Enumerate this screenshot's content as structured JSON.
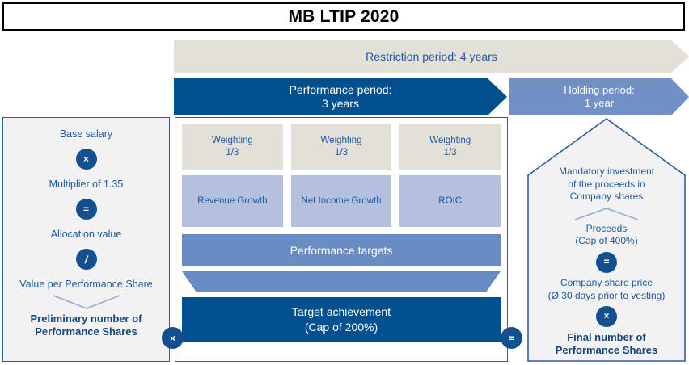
{
  "title": "MB LTIP 2020",
  "banners": {
    "restriction": "Restriction period: 4 years",
    "performance_line1": "Performance period:",
    "performance_line2": "3 years",
    "holding_line1": "Holding  period:",
    "holding_line2": "1 year"
  },
  "left_panel": {
    "base_salary": "Base salary",
    "op_multiply": "×",
    "multiplier": "Multiplier of 1.35",
    "op_equals": "=",
    "allocation_value": "Allocation value",
    "op_divide": "/",
    "value_per_share": "Value per Performance Share",
    "result_line1": "Preliminary number of",
    "result_line2": "Performance Shares"
  },
  "center_panel": {
    "metrics": [
      {
        "weight_label": "Weighting",
        "weight_value": "1/3",
        "kpi": "Revenue  Growth"
      },
      {
        "weight_label": "Weighting",
        "weight_value": "1/3",
        "kpi": "Net Income Growth"
      },
      {
        "weight_label": "Weighting",
        "weight_value": "1/3",
        "kpi": "ROIC"
      }
    ],
    "performance_targets": "Performance targets",
    "target_achievement_line1": "Target achievement",
    "target_achievement_line2": "(Cap of 200%)"
  },
  "right_panel": {
    "mandatory_line1": "Mandatory  investment",
    "mandatory_line2": "of the proceeds in",
    "mandatory_line3": "Company shares",
    "proceeds_line1": "Proceeds",
    "proceeds_line2": "(Cap of 400%)",
    "op_equals": "=",
    "share_price_line1": "Company share price",
    "share_price_line2": "(Ø 30 days prior to vesting)",
    "op_multiply": "×",
    "result_line1": "Final number of",
    "result_line2": "Performance Shares"
  },
  "connectors": {
    "left_multiply": "×",
    "right_equals": "="
  },
  "colors": {
    "dark_blue": "#01508f",
    "mid_blue": "#6a8cc4",
    "light_blue": "#b4c0de",
    "holding_blue": "#7190c6",
    "beige": "#e3e0d8",
    "panel_grey": "#f2f2f2",
    "text_blue": "#1f5aa0"
  }
}
